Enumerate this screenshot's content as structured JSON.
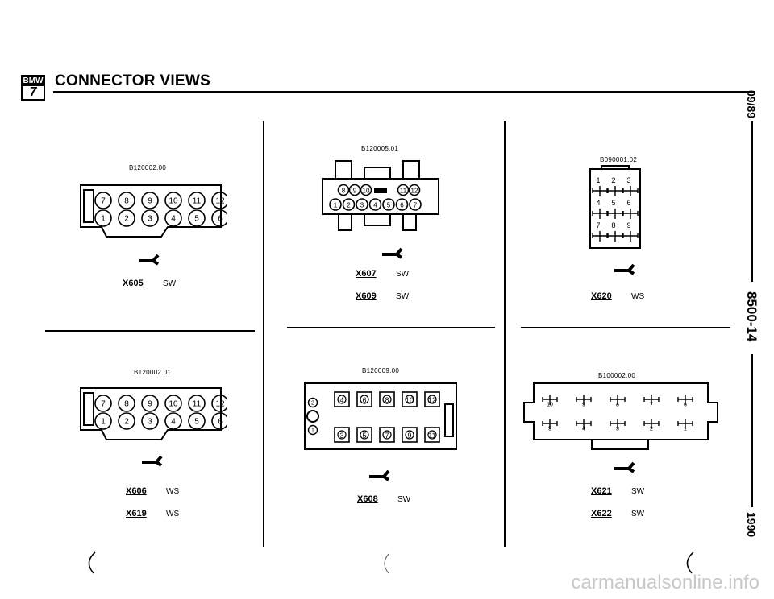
{
  "header": {
    "logo_top": "BMW",
    "logo_bottom": "7",
    "title": "CONNECTOR VIEWS"
  },
  "side": {
    "date": "09/89",
    "section": "8500-14",
    "year": "1990"
  },
  "connectors": [
    {
      "code": "B120002.00",
      "labels": [
        {
          "id": "X605",
          "color": "SW"
        }
      ]
    },
    {
      "code": "B120005.01",
      "labels": [
        {
          "id": "X607",
          "color": "SW"
        },
        {
          "id": "X609",
          "color": "SW"
        }
      ]
    },
    {
      "code": "B090001.02",
      "labels": [
        {
          "id": "X620",
          "color": "WS"
        }
      ]
    },
    {
      "code": "B120002.01",
      "labels": [
        {
          "id": "X606",
          "color": "WS"
        },
        {
          "id": "X619",
          "color": "WS"
        }
      ]
    },
    {
      "code": "B120009.00",
      "labels": [
        {
          "id": "X608",
          "color": "SW"
        }
      ]
    },
    {
      "code": "B100002.00",
      "labels": [
        {
          "id": "X621",
          "color": "SW"
        },
        {
          "id": "X622",
          "color": "SW"
        }
      ]
    }
  ],
  "pins": {
    "c1": {
      "top": [
        "7",
        "8",
        "9",
        "10",
        "11",
        "12"
      ],
      "bottom": [
        "1",
        "2",
        "3",
        "4",
        "5",
        "6"
      ]
    },
    "c2": {
      "top": [
        "8",
        "9",
        "10",
        "11",
        "12"
      ],
      "bottom": [
        "1",
        "2",
        "3",
        "4",
        "5",
        "6",
        "7"
      ]
    },
    "c3": {
      "rows": [
        [
          "1",
          "2",
          "3"
        ],
        [
          "4",
          "5",
          "6"
        ],
        [
          "7",
          "8",
          "9"
        ]
      ]
    },
    "c4": {
      "top": [
        "7",
        "8",
        "9",
        "10",
        "11",
        "12"
      ],
      "bottom": [
        "1",
        "2",
        "3",
        "4",
        "5",
        "6"
      ]
    },
    "c5": {
      "top": [
        "4",
        "6",
        "8",
        "10",
        "12"
      ],
      "bottom": [
        "3",
        "5",
        "7",
        "9",
        "11"
      ],
      "side": [
        "2",
        "1"
      ]
    },
    "c6": {
      "top": [
        "10",
        "9",
        "8",
        "7",
        "6"
      ],
      "bottom": [
        "5",
        "4",
        "3",
        "2",
        "1"
      ]
    }
  },
  "watermark": "carmanualsonline.info"
}
